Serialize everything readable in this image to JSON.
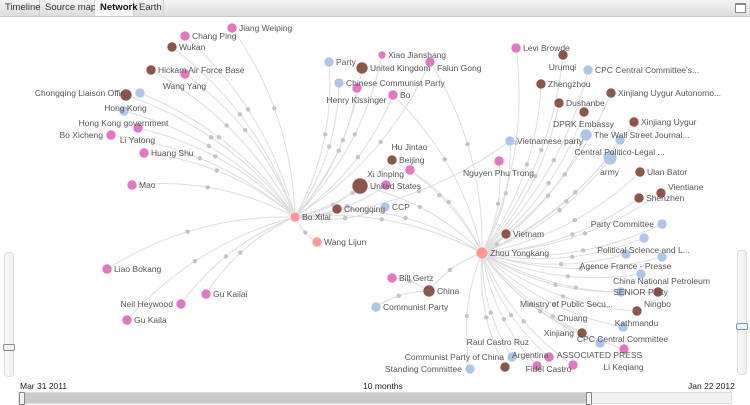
{
  "tabs": [
    {
      "label": "Timeline",
      "active": false
    },
    {
      "label": "Source maps",
      "active": false
    },
    {
      "label": "Network",
      "active": true
    },
    {
      "label": "Earth",
      "active": false
    }
  ],
  "colors": {
    "person": "#e377c2",
    "place": "#8c564b",
    "organization": "#aec7e8",
    "focus_person": "#ff9896",
    "edge": "#dddddd",
    "junction": "#c4c4c4"
  },
  "nodes": [
    {
      "label": "Jiang Weiping",
      "type": "person"
    },
    {
      "label": "Chang Ping",
      "type": "person"
    },
    {
      "label": "Wukan",
      "type": "place"
    },
    {
      "label": "Hickam Air Force Base",
      "type": "place"
    },
    {
      "label": "Wang Yang",
      "type": "person"
    },
    {
      "label": "Chongqing Liaison Offic...",
      "type": "organization"
    },
    {
      "label": "Hong Kong",
      "type": "place"
    },
    {
      "label": "Hong Kong government",
      "type": "organization"
    },
    {
      "label": "Li Yatong",
      "type": "person"
    },
    {
      "label": "Bo Xicheng",
      "type": "person"
    },
    {
      "label": "Huang Shu",
      "type": "person"
    },
    {
      "label": "Mao",
      "type": "person"
    },
    {
      "label": "Bo Xilai",
      "type": "focus_person"
    },
    {
      "label": "Chongqing",
      "type": "place"
    },
    {
      "label": "Wang Lijun",
      "type": "focus_person"
    },
    {
      "label": "Liao Bokang",
      "type": "person"
    },
    {
      "label": "Gu Kailai",
      "type": "person"
    },
    {
      "label": "Neil Heywood",
      "type": "person"
    },
    {
      "label": "Gu Kaila",
      "type": "person"
    },
    {
      "label": "Communist Party",
      "type": "organization"
    },
    {
      "label": "Bill Gertz",
      "type": "person"
    },
    {
      "label": "China",
      "type": "place"
    },
    {
      "label": "Zhou Yongkang",
      "type": "focus_person"
    },
    {
      "label": "Vietnam",
      "type": "place"
    },
    {
      "label": "Party",
      "type": "organization"
    },
    {
      "label": "Chinese Communist Party",
      "type": "organization"
    },
    {
      "label": "United Kingdom",
      "type": "place"
    },
    {
      "label": "Xiao Jianshang",
      "type": "person"
    },
    {
      "label": "Henry Kissinger",
      "type": "person"
    },
    {
      "label": "Falun Gong",
      "type": "person"
    },
    {
      "label": "Bo",
      "type": "person"
    },
    {
      "label": "Beijing",
      "type": "place"
    },
    {
      "label": "Hu Jintao",
      "type": "person"
    },
    {
      "label": "United States",
      "type": "place"
    },
    {
      "label": "Xi Jinping",
      "type": "person"
    },
    {
      "label": "CCP",
      "type": "organization"
    },
    {
      "label": "Levi Browde",
      "type": "person"
    },
    {
      "label": "Urumqi",
      "type": "place"
    },
    {
      "label": "CPC Central Committee's...",
      "type": "organization"
    },
    {
      "label": "Zhengzhou",
      "type": "place"
    },
    {
      "label": "Xinjiang Uygur Autonomo...",
      "type": "place"
    },
    {
      "label": "Dushanbe",
      "type": "place"
    },
    {
      "label": "DPRK Embassy",
      "type": "place"
    },
    {
      "label": "Xinjiang Uygur",
      "type": "place"
    },
    {
      "label": "The Wall Street Journal...",
      "type": "organization"
    },
    {
      "label": "Central Politico-Legal ...",
      "type": "organization"
    },
    {
      "label": "army",
      "type": "organization"
    },
    {
      "label": "Vietnamese party",
      "type": "organization"
    },
    {
      "label": "Nguyen Phu Trong",
      "type": "person"
    },
    {
      "label": "Ulan Bator",
      "type": "place"
    },
    {
      "label": "Shenzhen",
      "type": "place"
    },
    {
      "label": "Vientiane",
      "type": "place"
    },
    {
      "label": "Party Committee",
      "type": "organization"
    },
    {
      "label": "Political Science and L...",
      "type": "organization"
    },
    {
      "label": "Agence France - Presse",
      "type": "organization"
    },
    {
      "label": "China National Petroleum",
      "type": "organization"
    },
    {
      "label": "SENIOR Party",
      "type": "organization"
    },
    {
      "label": "Ningbo",
      "type": "place"
    },
    {
      "label": "Ministry of Public Secu...",
      "type": "organization"
    },
    {
      "label": "Kathmandu",
      "type": "place"
    },
    {
      "label": "CPC Central Committee",
      "type": "organization"
    },
    {
      "label": "Xinjiang",
      "type": "place"
    },
    {
      "label": "ASSOCIATED PRESS",
      "type": "organization"
    },
    {
      "label": "Li Keqiang",
      "type": "person"
    },
    {
      "label": "Communist Party of China",
      "type": "organization"
    },
    {
      "label": "Fidel Castro",
      "type": "person"
    },
    {
      "label": "Raul Castro Ruz",
      "type": "person"
    },
    {
      "label": "Chuang",
      "type": "person"
    },
    {
      "label": "Argentina",
      "type": "place"
    },
    {
      "label": "Standing Committee",
      "type": "organization"
    }
  ],
  "timeline": {
    "start_label": "Mar 31 2011",
    "span_label": "10 months",
    "end_label": "Jan 22 2012",
    "selected_fraction": 0.8
  },
  "zoom_slider": {
    "level": 0.25
  },
  "scroll_slider": {
    "position": 0.6
  }
}
